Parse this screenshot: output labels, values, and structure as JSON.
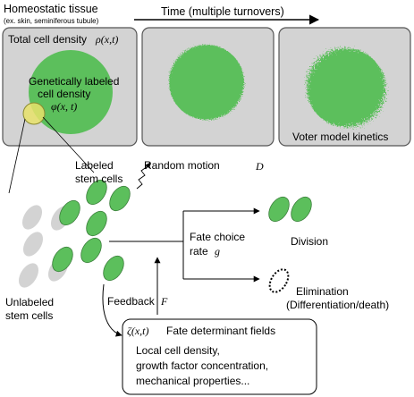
{
  "header": {
    "title": "Homeostatic tissue",
    "subtitle": "(ex. skin, seminiferous tubule)",
    "time_label": "Time (multiple turnovers)"
  },
  "panels": [
    {
      "label": "Total cell density",
      "math": "ρ(x,t)",
      "blob_label_1": "Genetically labeled",
      "blob_label_2": "cell density",
      "blob_math": "φ(x, t)"
    },
    {},
    {
      "label": "Voter model kinetics"
    }
  ],
  "labels": {
    "labeled_stem_1": "Labeled",
    "labeled_stem_2": "stem cells",
    "random_motion": "Random motion",
    "random_motion_math": "D",
    "unlabeled_stem_1": "Unlabeled",
    "unlabeled_stem_2": "stem cells",
    "fate_choice_1": "Fate choice",
    "fate_choice_2": "rate",
    "fate_choice_math": "g",
    "division": "Division",
    "elimination_1": "Elimination",
    "elimination_2": "(Differentiation/death)",
    "feedback": "Feedback",
    "feedback_math": "F"
  },
  "fate_box": {
    "math": "ζ(x,t)",
    "title": "Fate determinant fields",
    "items": [
      "Local cell density,",
      "growth factor concentration,",
      "mechanical properties..."
    ]
  },
  "colors": {
    "labeled_green": "#5cbf5c",
    "unlabeled_gray": "#d3d3d3",
    "panel_gray": "#d3d3d3",
    "zoom_yellow": "#e8e26a"
  }
}
